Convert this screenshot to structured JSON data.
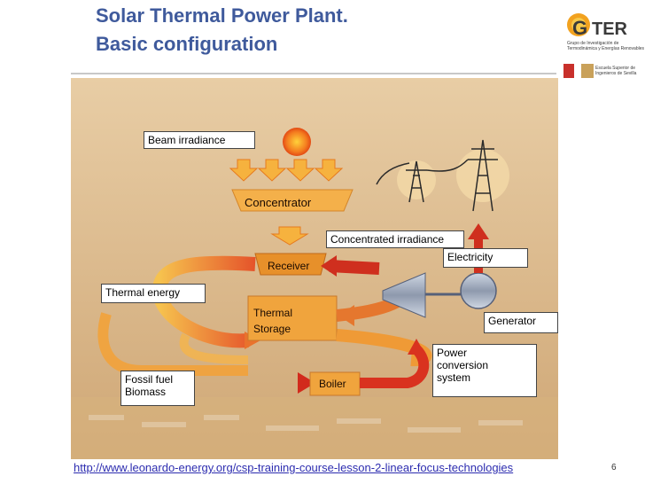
{
  "slide": {
    "title_line1": "Solar Thermal Power Plant.",
    "title_line2": "Basic configuration",
    "page_number": "6",
    "footer_url": "http://www.leonardo-energy.org/csp-training-course-lesson-2-linear-focus-technologies"
  },
  "logo": {
    "name": "GTER",
    "subtitle_line1": "Grupo de Investigación de",
    "subtitle_line2": "Termodinámica y Energías Renovables",
    "sub_logo_line1": "Escuela Superior de",
    "sub_logo_line2": "Ingenieros de Sevilla"
  },
  "diagram": {
    "labels": {
      "beam_irradiance": "Beam irradiance",
      "concentrator": "Concentrator",
      "concentrated_irradiance": "Concentrated irradiance",
      "receiver": "Receiver",
      "electricity": "Electricity",
      "thermal_energy": "Thermal energy",
      "thermal_storage_1": "Thermal",
      "thermal_storage_2": "Storage",
      "generator": "Generator",
      "power_conversion_1": "Power",
      "power_conversion_2": "conversion",
      "power_conversion_3": "system",
      "fossil_fuel": "Fossil fuel",
      "biomass": "Biomass",
      "boiler": "Boiler"
    },
    "colors": {
      "background": "#d9b78a",
      "flow_orange": "#f2a23a",
      "flow_red": "#d9321f",
      "box_orange": "#f4b04a",
      "sun": "#f57b1f",
      "turbine": "#a9b4c6",
      "tower": "#2b2b2b"
    }
  }
}
